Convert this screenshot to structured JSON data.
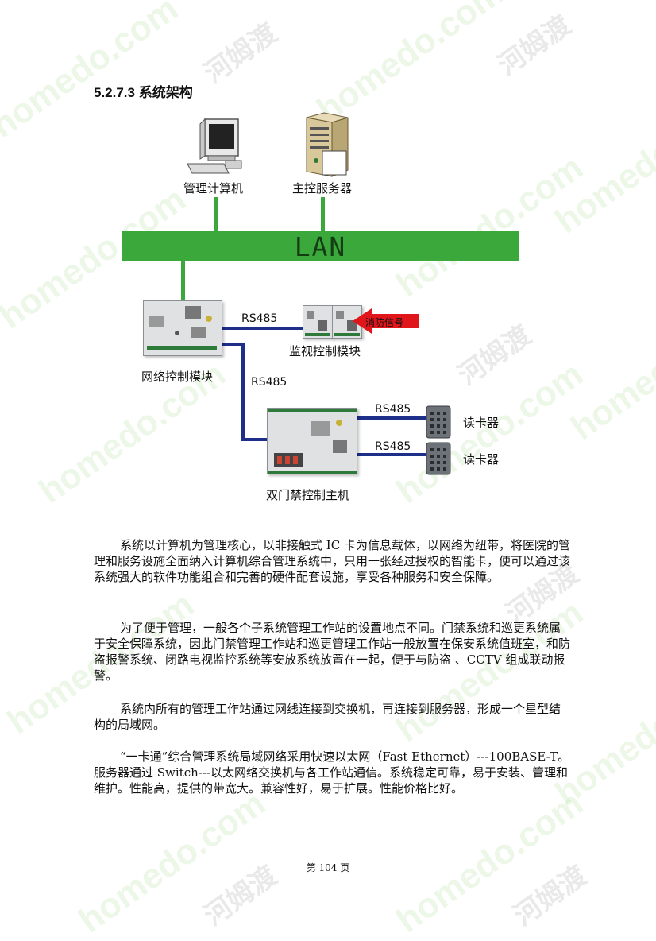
{
  "watermark": {
    "site": "homedo.com",
    "brand": "河姆渡"
  },
  "section": {
    "heading": "5.2.7.3 系统架构"
  },
  "diagram": {
    "pc_label": "管理计算机",
    "server_label": "主控服务器",
    "lan_label": "LAN",
    "network_module_label": "网络控制模块",
    "monitor_module_label": "监视控制模块",
    "fire_signal_label": "消防信号",
    "door_controller_label": "双门禁控制主机",
    "card_reader_1_label": "读卡器",
    "card_reader_2_label": "读卡器",
    "rs485_monitor": "RS485",
    "rs485_controller": "RS485",
    "rs485_reader_1": "RS485",
    "rs485_reader_2": "RS485",
    "colors": {
      "lan": "#3aa83a",
      "rs485": "#1e2f8a",
      "fire_arrow": "#e0161b"
    }
  },
  "paragraphs": [
    "系统以计算机为管理核心，以非接触式 IC 卡为信息载体，以网络为纽带，将医院的管理和服务设施全面纳入计算机综合管理系统中，只用一张经过授权的智能卡，便可以通过该系统强大的软件功能组合和完善的硬件配套设施，享受各种服务和安全保障。",
    "为了便于管理，一般各个子系统管理工作站的设置地点不同。门禁系统和巡更系统属于安全保障系统，因此门禁管理工作站和巡更管理工作站一般放置在保安系统值班室，和防盗报警系统、闭路电视监控系统等安放系统放置在一起，便于与防盗 、CCTV 组成联动报警。",
    "系统内所有的管理工作站通过网线连接到交换机，再连接到服务器，形成一个星型结构的局域网。",
    "“一卡通”综合管理系统局域网络采用快速以太网（Fast Ethernet）---100BASE-T。服务器通过 Switch---以太网络交换机与各工作站通信。系统稳定可靠，易于安装、管理和维护。性能高，提供的带宽大。兼容性好，易于扩展。性能价格比好。"
  ],
  "footer": {
    "page_label": "第 104 页"
  }
}
